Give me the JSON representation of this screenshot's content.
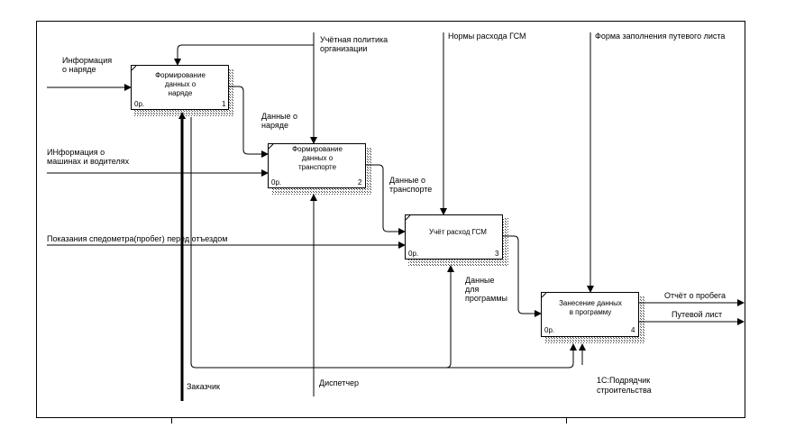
{
  "boxes": [
    {
      "id": "b1",
      "title_lines": [
        "Формирование",
        "данных о",
        "наряде"
      ],
      "cost": "0р.",
      "num": "1"
    },
    {
      "id": "b2",
      "title_lines": [
        "Формирование",
        "данных о",
        "транспорте"
      ],
      "cost": "0р.",
      "num": "2"
    },
    {
      "id": "b3",
      "title_lines": [
        "Учёт расход ГСМ"
      ],
      "cost": "0р.",
      "num": "3"
    },
    {
      "id": "b4",
      "title_lines": [
        "Занесение данных",
        "в программу"
      ],
      "cost": "0р.",
      "num": "4"
    }
  ],
  "labels": {
    "info_naryad": [
      "Информация",
      "о наряде"
    ],
    "uchet_policy": [
      "Учётная политика",
      "организации"
    ],
    "normy_gsm": "Нормы расхода ГСМ",
    "forma_putevogo": "Форма заполнения путевого листа",
    "dannye_naryad": [
      "Данные о",
      "наряде"
    ],
    "info_mashiny": [
      "ИНформация о",
      "машинах и водителях"
    ],
    "dannye_transport": [
      "Данные о",
      "транспорте"
    ],
    "pokazaniya": "Показания спедометра(пробег) перед отъездом",
    "dannye_programmy": [
      "Данные",
      "для",
      "программы"
    ],
    "otchet_probega": "Отчёт о пробега",
    "putevoi_list": "Путевой лист",
    "zakazchik": "Заказчик",
    "dispetcher": "Диспетчер",
    "podryadchik": [
      "1С:Подрядчик",
      "строительства"
    ]
  }
}
